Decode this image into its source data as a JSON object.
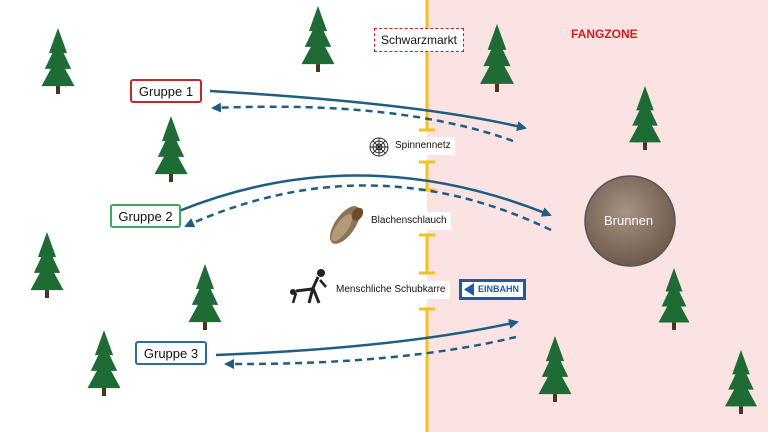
{
  "title_zone": "FANGZONE",
  "market": "Schwarzmarkt",
  "well": "Brunnen",
  "groups": [
    {
      "label": "Gruppe 1",
      "color": "#c0282d"
    },
    {
      "label": "Gruppe 2",
      "color": "#3aa860"
    },
    {
      "label": "Gruppe 3",
      "color": "#2f6aa0"
    }
  ],
  "obstacles": [
    {
      "label": "Spinnennetz",
      "icon": "spider-web-icon"
    },
    {
      "label": "Blachenschlauch",
      "icon": "tarp-tunnel-icon"
    },
    {
      "label": "Menschliche Schubkarre",
      "icon": "wheelbarrow-pose-icon"
    }
  ],
  "sign": "EINBAHN",
  "colors": {
    "zone": "#fbe3e3",
    "line": "#f3c21c",
    "arrow": "#1f5e82",
    "tree": "#1e6b35",
    "alert": "#cc1f1f"
  }
}
